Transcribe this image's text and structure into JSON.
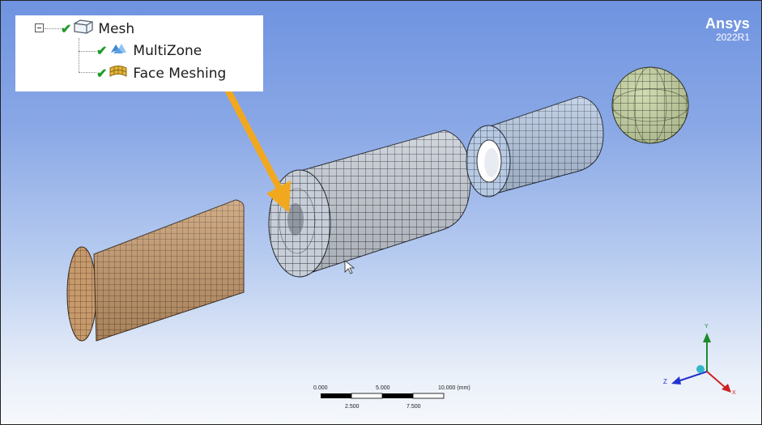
{
  "tree": {
    "root": {
      "label": "Mesh",
      "icon": "mesh-icon"
    },
    "children": [
      {
        "label": "MultiZone",
        "icon": "multizone-icon",
        "status": "check-icon"
      },
      {
        "label": "Face Meshing",
        "icon": "face-meshing-icon",
        "status": "check-icon"
      }
    ]
  },
  "brand": {
    "name": "Ansys",
    "version": "2022R1"
  },
  "scale_bar": {
    "top_labels": [
      "0.000",
      "5.000",
      "10.000 (mm)"
    ],
    "bottom_labels": [
      "2.500",
      "7.500"
    ]
  },
  "triad": {
    "axes": [
      "Y",
      "Z",
      "X"
    ]
  },
  "colors": {
    "background_top": "#6f93e0",
    "background_bottom": "#f6f8fc",
    "arrow": "#f2a81e",
    "half_cylinder": "#c79a6c",
    "solid_cylinder": "#c4cbd5",
    "hollow_cylinder": "#b5c8e2",
    "sphere": "#c6d3a3",
    "check": "#1f9a2a"
  }
}
